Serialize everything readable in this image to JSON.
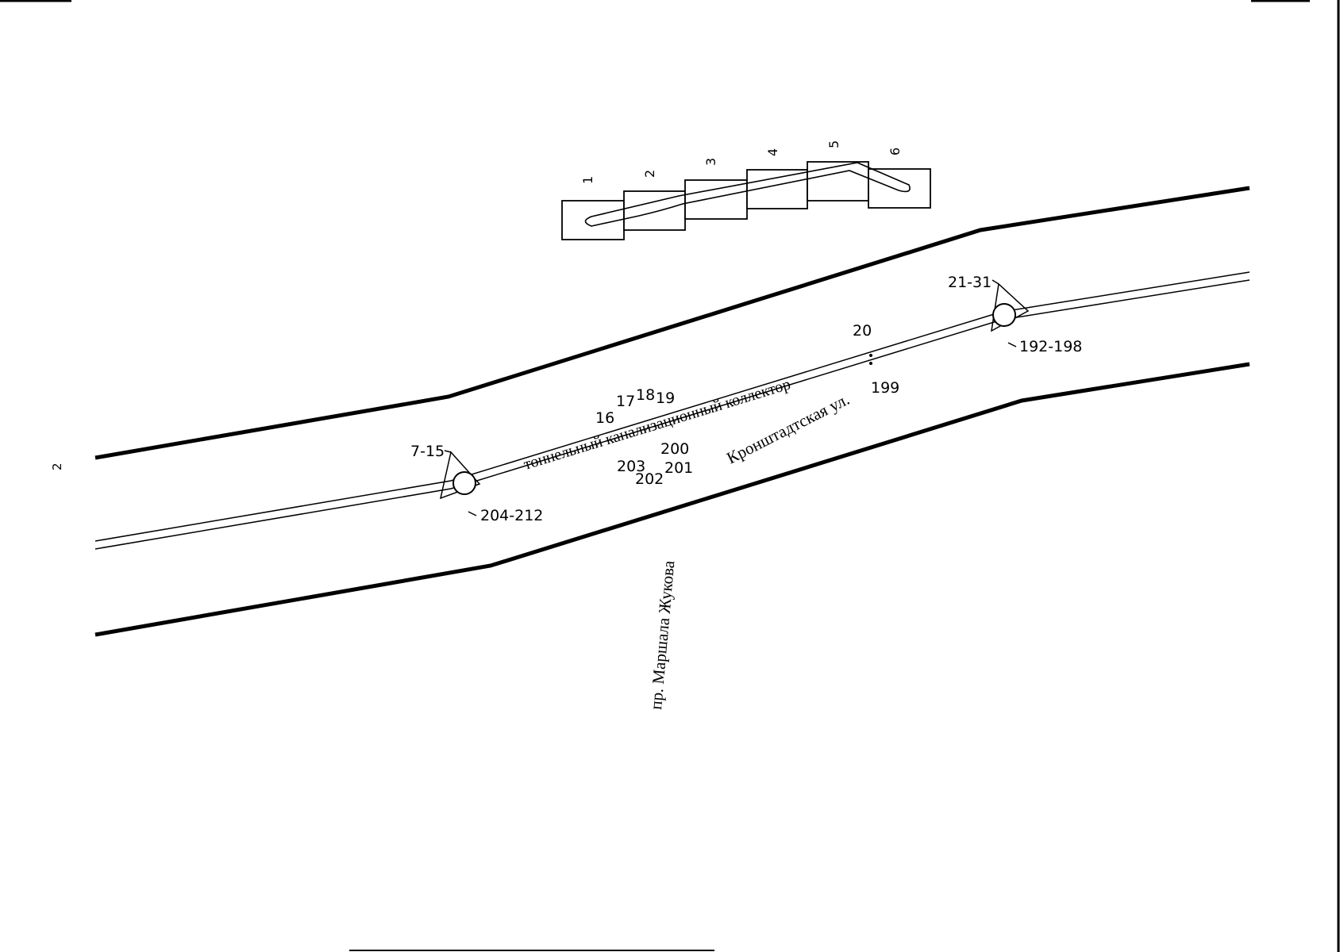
{
  "sheet": {
    "page_number": "2",
    "key_sections": [
      "1",
      "2",
      "3",
      "4",
      "5",
      "6"
    ]
  },
  "streets": {
    "main_street": "Кронштадтская ул.",
    "cross_street": "пр. Маршала Жукова"
  },
  "collector_label": "тоннельный канализационный коллектор",
  "chambers": {
    "west": {
      "top": "7-15",
      "bottom": "204-212"
    },
    "east": {
      "top": "21-31",
      "bottom": "192-198"
    }
  },
  "markers": {
    "north": [
      "16",
      "17",
      "18",
      "19",
      "20"
    ],
    "south": [
      "199",
      "200",
      "201",
      "202",
      "203"
    ]
  },
  "colors": {
    "ink": "#000000",
    "paper": "#ffffff"
  }
}
